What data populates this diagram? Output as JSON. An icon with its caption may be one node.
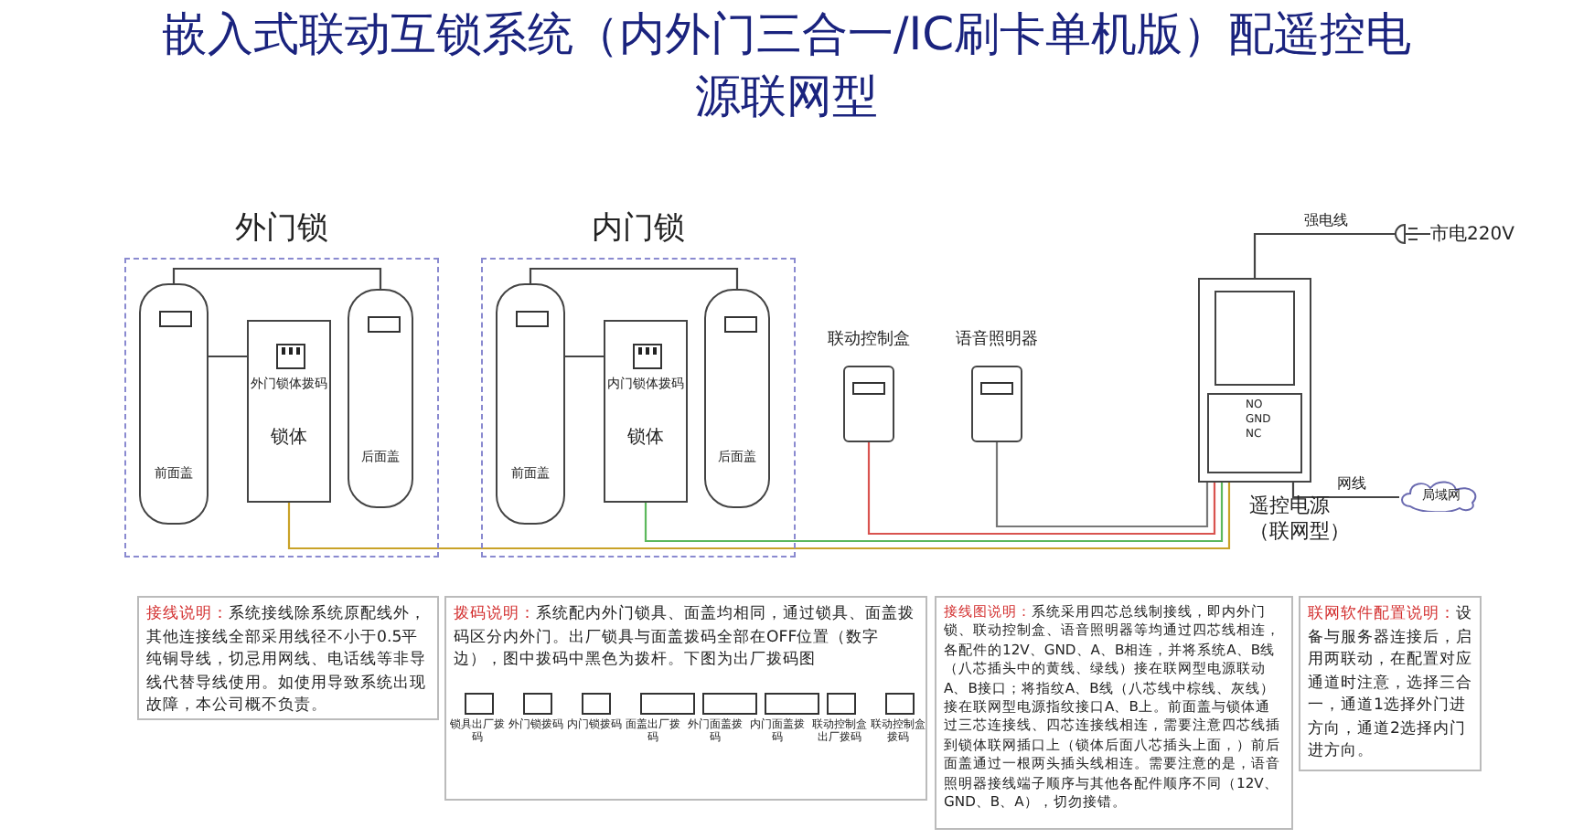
{
  "diagram": {
    "title": "嵌入式联动互锁系统（内外门三合一/IC刷卡单机版）配遥控电源联网型",
    "nodes": [
      {
        "text": [
          "外门锁"
        ]
      },
      {
        "text": [
          "前面盖"
        ],
        "in": 0
      },
      {
        "text": [
          "外门锁体拨码",
          "锁体"
        ],
        "in": 0
      },
      {
        "text": [
          "后面盖"
        ],
        "in": 0
      },
      {
        "text": [
          "内门锁"
        ]
      },
      {
        "text": [
          "前面盖"
        ],
        "in": 4
      },
      {
        "text": [
          "内门锁体拨码",
          "锁体"
        ],
        "in": 4
      },
      {
        "text": [
          "后面盖"
        ],
        "in": 4
      },
      {
        "text": [
          "联动控制盒"
        ]
      },
      {
        "text": [
          "语音照明器"
        ]
      },
      {
        "text": [
          "NO",
          "GND",
          "NC",
          "遥控电源（联网型）"
        ]
      },
      {
        "text": [
          "局域网"
        ]
      },
      {
        "text": [
          "市电220V"
        ]
      }
    ],
    "edges": [
      {
        "from": 1,
        "to": 2,
        "arrow": "none"
      },
      {
        "from": 1,
        "to": 3,
        "arrow": "none"
      },
      {
        "from": 5,
        "to": 6,
        "arrow": "none"
      },
      {
        "from": 5,
        "to": 7,
        "arrow": "none"
      },
      {
        "from": 2,
        "to": 10,
        "arrow": "none",
        "color": "#c9a227"
      },
      {
        "from": 6,
        "to": 10,
        "arrow": "none",
        "color": "#5cb85c"
      },
      {
        "from": 8,
        "to": 10,
        "arrow": "none",
        "color": "#d9534f"
      },
      {
        "from": 9,
        "to": 10,
        "arrow": "none"
      },
      {
        "from": 10,
        "to": 12,
        "label": "强电线",
        "arrow": "none"
      },
      {
        "from": 10,
        "to": 11,
        "label": "网线",
        "arrow": "none"
      }
    ],
    "labels": [
      "接线说明：",
      "系统接线除系统原配线外，其他连接线全部采用线径不小于0.5平纯铜导线，切忌用网线、电话线等非导线代替导线使用。如使用导致系统出现故障，本公司概不负责。",
      "拨码说明：",
      "系统配内外门锁具、面盖均相同，通过锁具、面盖拨码区分内外门。出厂锁具与面盖拨码全部在OFF位置（数字边），图中拨码中黑色为拨杆。下图为出厂拨码图",
      "锁具出厂拨码",
      "外门锁拨码",
      "内门锁拨码",
      "面盖出厂拨码",
      "外门面盖拨码",
      "内门面盖拨码",
      "联动控制盒出厂拨码",
      "联动控制盒拨码",
      "接线图说明：",
      "系统采用四芯总线制接线，即内外门锁、联动控制盒、语音照明器等均通过四芯线相连，各配件的12V、GND、A、B相连，并将系统A、B线（八芯插头中的黄线、绿线）接在联网型电源联动A、B接口；将指纹A、B线（八芯线中棕线、灰线）接在联网型电源指纹接口A、B上。前面盖与锁体通过三芯连接线、四芯连接线相连，需要注意四芯线插到锁体联网插口上（锁体后面八芯插头上面，）前后面盖通过一根两头插头线相连。需要注意的是，语音照明器接线端子顺序与其他各配件顺序不同（12V、GND、B、A），切勿接错。",
      "联网软件配置说明：",
      "设备与服务器连接后，启用两联动，在配置对应通道时注意，选择三合一，通道1选择外门进方向，通道2选择内门进方向。"
    ]
  }
}
